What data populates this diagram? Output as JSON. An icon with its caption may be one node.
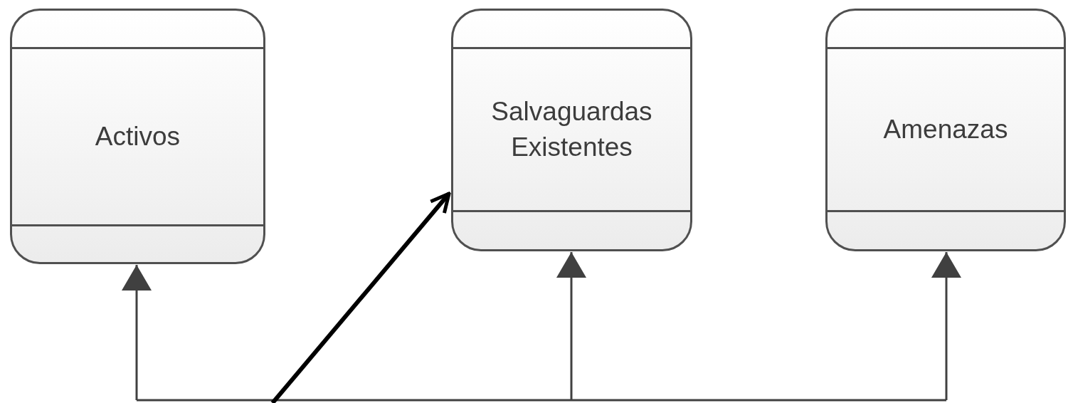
{
  "diagram": {
    "nodes": [
      {
        "text": [
          "Activos"
        ]
      },
      {
        "text": [
          "Salvaguardas Existentes"
        ]
      },
      {
        "text": [
          "Amenazas"
        ]
      }
    ],
    "edges": [
      {
        "from": null,
        "to": 0,
        "arrow": "to"
      },
      {
        "from": null,
        "to": 1,
        "arrow": "to"
      },
      {
        "from": null,
        "to": 2,
        "arrow": "to"
      },
      {
        "from": null,
        "to": 1,
        "arrow": "to",
        "style": "thick",
        "color": "#000000"
      }
    ]
  }
}
